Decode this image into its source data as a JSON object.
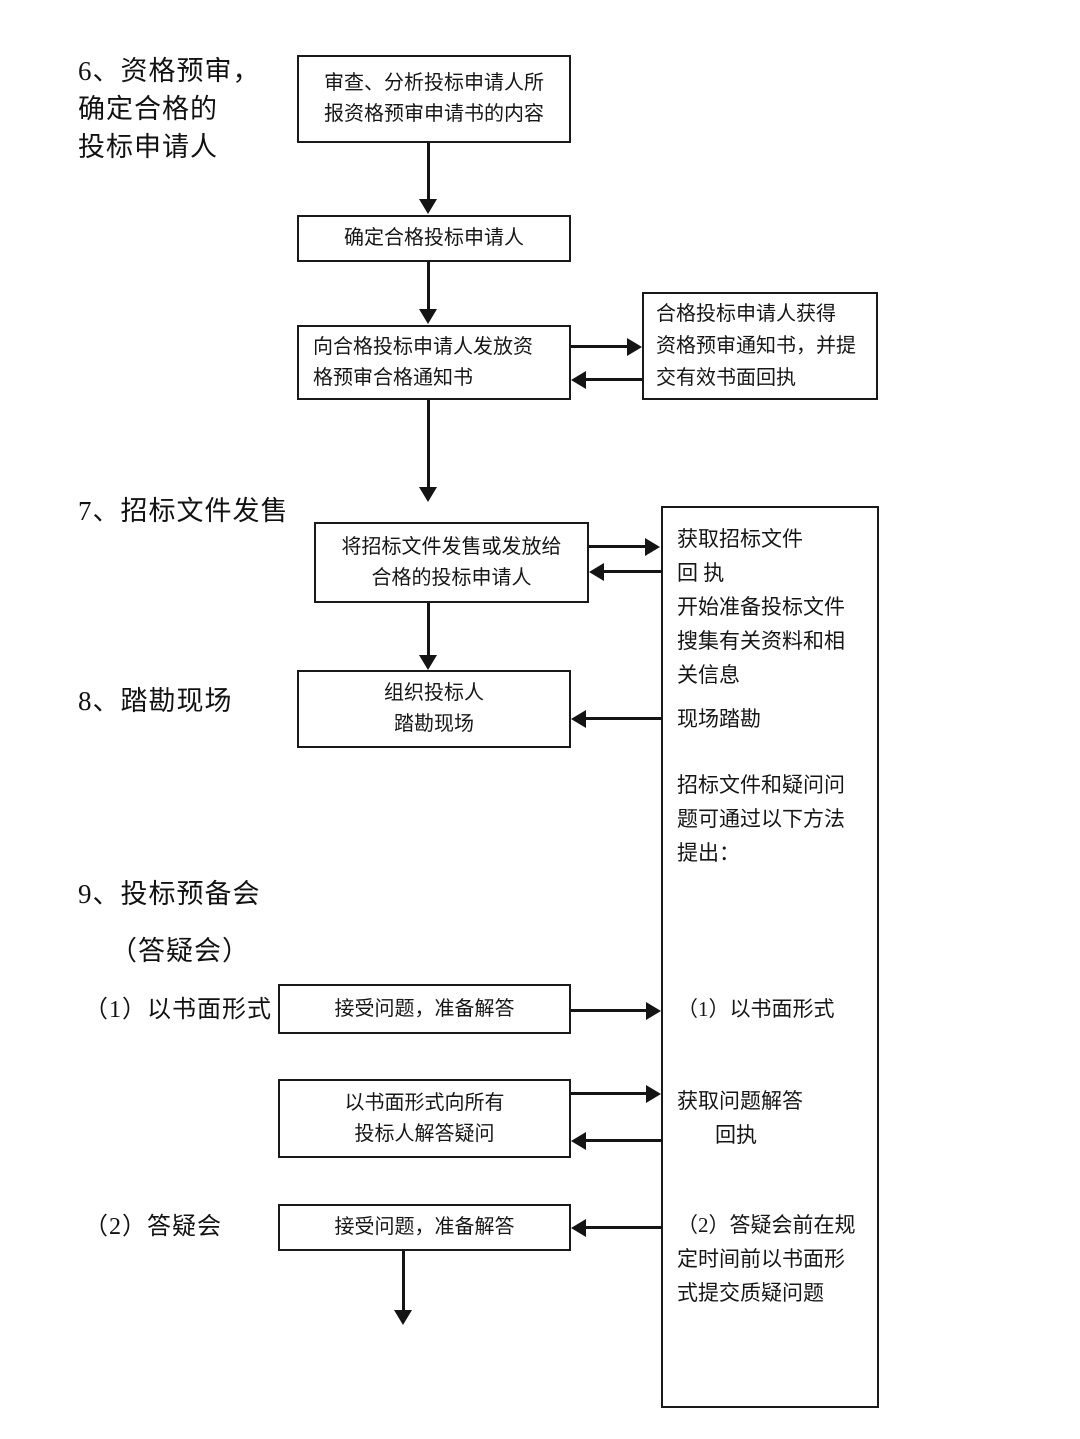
{
  "document": {
    "type": "flowchart",
    "language": "zh-CN",
    "background_color": "#ffffff",
    "line_color": "#141414",
    "text_color": "#161616"
  },
  "section_labels": [
    {
      "id": "s6",
      "text": "6、资格预审，\n   确定合格的\n   投标申请人"
    },
    {
      "id": "s7",
      "text": "7、招标文件发售"
    },
    {
      "id": "s8",
      "text": "8、踏勘现场"
    },
    {
      "id": "s9",
      "text": "9、投标预备会"
    },
    {
      "id": "s9sub",
      "text": "（答疑会）"
    },
    {
      "id": "s9a",
      "text": "（1）以书面形式"
    },
    {
      "id": "s9b",
      "text": "（2）答疑会"
    }
  ],
  "process_boxes": [
    {
      "id": "b1",
      "lines": [
        "审查、分析投标申请人所",
        "报资格预审申请书的内容"
      ]
    },
    {
      "id": "b2",
      "lines": [
        "确定合格投标申请人"
      ]
    },
    {
      "id": "b3",
      "lines": [
        "向合格投标申请人发放资",
        "格预审合格通知书"
      ]
    },
    {
      "id": "b4",
      "lines": [
        "合格投标申请人获得",
        "资格预审通知书，并提",
        "交有效书面回执"
      ]
    },
    {
      "id": "b5",
      "lines": [
        "将招标文件发售或发放给",
        "合格的投标申请人"
      ]
    },
    {
      "id": "b6",
      "lines": [
        "组织投标人",
        "踏勘现场"
      ]
    },
    {
      "id": "b7",
      "lines": [
        "接受问题，准备解答"
      ]
    },
    {
      "id": "b8",
      "lines": [
        "以书面形式向所有",
        "投标人解答疑问"
      ]
    },
    {
      "id": "b9",
      "lines": [
        "接受问题，准备解答"
      ]
    }
  ],
  "tall_panel": {
    "id": "bidder-actions-panel",
    "lines": [
      {
        "id": "t1",
        "text": "获取招标文件"
      },
      {
        "id": "t2",
        "text": "回 执"
      },
      {
        "id": "t3",
        "text": "开始准备投标文件"
      },
      {
        "id": "t4",
        "text": "搜集有关资料和相"
      },
      {
        "id": "t5",
        "text": "关信息"
      },
      {
        "id": "t6",
        "text": "现场踏勘"
      },
      {
        "id": "t7",
        "text": "招标文件和疑问问"
      },
      {
        "id": "t8",
        "text": "题可通过以下方法"
      },
      {
        "id": "t9",
        "text": "提出："
      },
      {
        "id": "t10",
        "text": "（1）以书面形式"
      },
      {
        "id": "t11",
        "text": "获取问题解答"
      },
      {
        "id": "t12",
        "text": "回执"
      },
      {
        "id": "t13",
        "text": "（2）答疑会前在规"
      },
      {
        "id": "t14",
        "text": "定时间前以书面形"
      },
      {
        "id": "t15",
        "text": "式提交质疑问题"
      }
    ]
  }
}
